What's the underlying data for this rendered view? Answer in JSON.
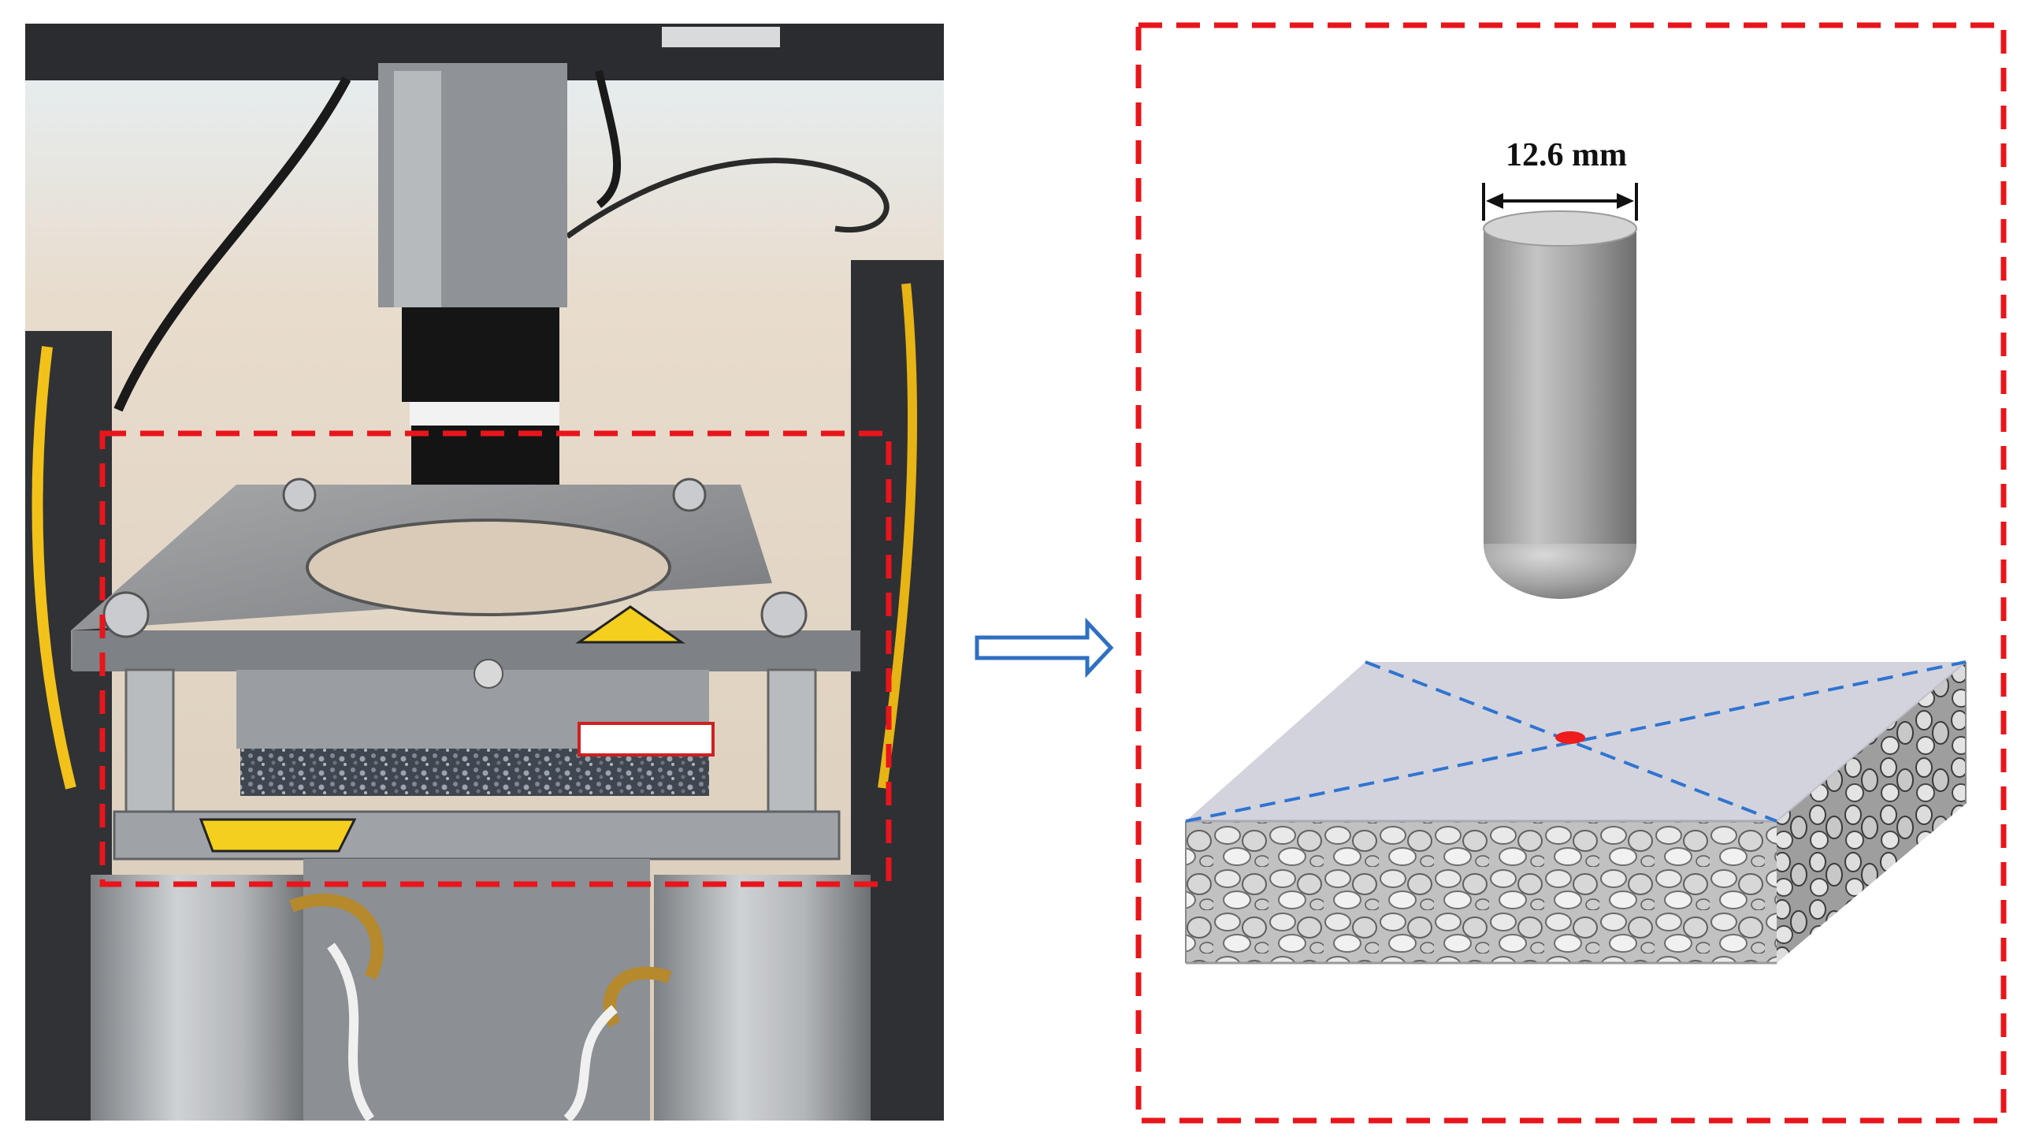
{
  "figure": {
    "diameter_label": "12.6 mm",
    "colors": {
      "dashed_box": "#e8151b",
      "arrow": "#2f6fc2",
      "diagonal": "#2f74d0",
      "impact_point": "#ee1c1c",
      "plate_top": "#d3d3de",
      "impactor": "#a6a6a6"
    },
    "photo_icons": [
      "drop-weight-machine-photo",
      "warning-label-icon",
      "warning-label-icon-2"
    ]
  }
}
